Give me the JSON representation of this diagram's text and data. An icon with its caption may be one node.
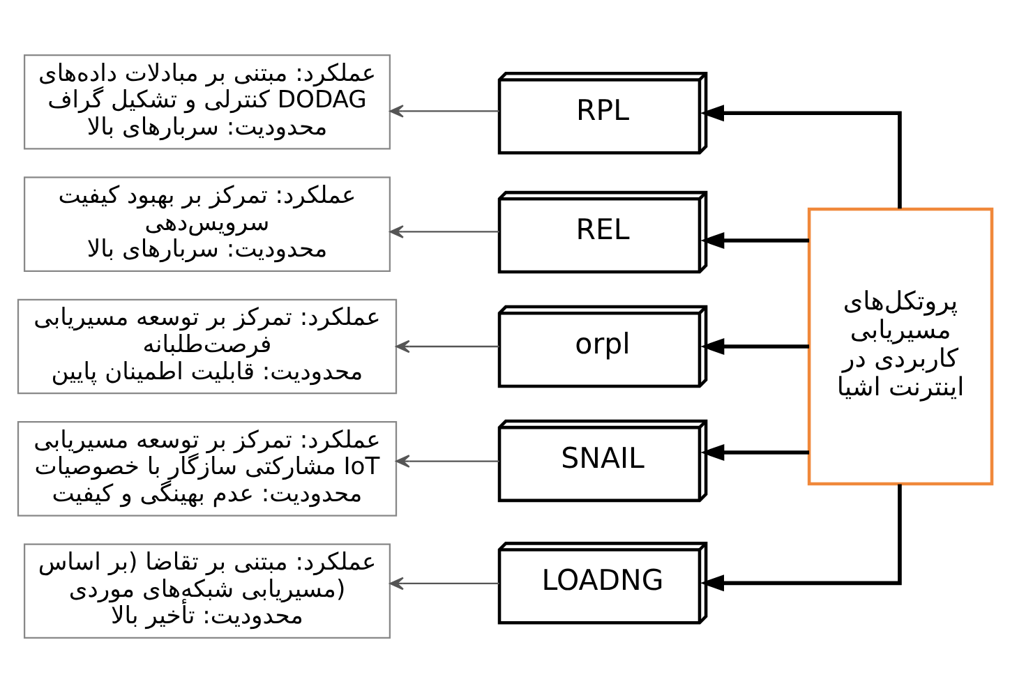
{
  "diagram": {
    "nodes": [
      {
        "text": [
          "پروتکل‌های مسیریابی کاربردی در اینترنت اشیا"
        ]
      },
      {
        "text": [
          "RPL"
        ]
      },
      {
        "text": [
          "REL"
        ]
      },
      {
        "text": [
          "orpl"
        ]
      },
      {
        "text": [
          "SNAIL"
        ]
      },
      {
        "text": [
          "LOADNG"
        ]
      },
      {
        "text": [
          "عملکرد: مبتنی بر مبادلات داده‌های کنترلی و تشکیل گراف DODAG",
          "محدودیت: سربارهای بالا"
        ]
      },
      {
        "text": [
          "عملکرد: تمرکز بر بهبود کیفیت سرویس‌دهی",
          "محدودیت: سربارهای بالا"
        ]
      },
      {
        "text": [
          "عملکرد: تمرکز بر توسعه مسیریابی فرصت‌طلبانه",
          "محدودیت: قابلیت اطمینان پایین"
        ]
      },
      {
        "text": [
          "عملکرد: تمرکز بر توسعه مسیریابی مشارکتی سازگار با خصوصیات IoT",
          "محدودیت: عدم بهینگی و کیفیت"
        ]
      },
      {
        "text": [
          "عملکرد: مبتنی بر تقاضا (بر اساس مسیریابی شبکه‌های موردی)",
          "محدودیت: تأخیر بالا"
        ]
      }
    ],
    "edges": [
      {
        "from": 0,
        "to": 1,
        "arrow": "to",
        "style": "thick"
      },
      {
        "from": 0,
        "to": 2,
        "arrow": "to",
        "style": "thick"
      },
      {
        "from": 0,
        "to": 3,
        "arrow": "to",
        "style": "thick"
      },
      {
        "from": 0,
        "to": 4,
        "arrow": "to",
        "style": "thick"
      },
      {
        "from": 0,
        "to": 5,
        "arrow": "to",
        "style": "thick"
      },
      {
        "from": 1,
        "to": 6,
        "arrow": "to"
      },
      {
        "from": 2,
        "to": 7,
        "arrow": "to"
      },
      {
        "from": 3,
        "to": 8,
        "arrow": "to"
      },
      {
        "from": 4,
        "to": 9,
        "arrow": "to"
      },
      {
        "from": 5,
        "to": 10,
        "arrow": "to"
      }
    ]
  }
}
